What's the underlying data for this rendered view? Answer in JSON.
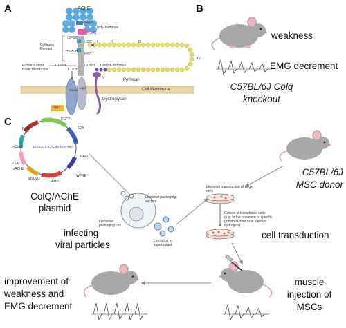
{
  "panels": {
    "a": "A",
    "b": "B",
    "c": "C"
  },
  "panel_a": {
    "ache": "AChE",
    "prad": "PRAD",
    "nh2_terminus": "NH₂-Terminus",
    "colq": "ColQ",
    "collagen_domain": "Collagen\nDomain",
    "hspgb_1": "HSPGB",
    "hspgb_2": "HSPGB",
    "hsc_1": "HSC",
    "hsc_2": "HSC",
    "roman_i": "I",
    "roman_ii": "II",
    "roman_iii": "III",
    "roman_iv": "IV",
    "roman_v": "V",
    "proteins_bm": "Proteins of the\nBasal Membrane",
    "cooh_1": "COOH",
    "cooh_2": "COOH",
    "cooh_3": "COOH",
    "cooh_terminus": "COOH-Terminus",
    "perlecan": "Perlecan",
    "musk": "MuSK",
    "lrp4": "Lrp4",
    "dystroglycan": "Dystroglycan",
    "cell_membrane": "Cell Membrane",
    "dok7": "Dok7"
  },
  "panel_b": {
    "weakness": "weakness",
    "emg": "EMG decrement",
    "model_line1": "C57BL/6J Colq",
    "model_line2": "knockout"
  },
  "panel_c": {
    "plasmid_name": "pCCLs-hCtC-ColQ-GFP-Neo",
    "egfp": "EGFP",
    "e2a_top": "E2A",
    "pgk": "PGK",
    "neo": "NEO",
    "mcolq": "mColQ",
    "e2a_left": "E2A",
    "mache": "mAChE",
    "wpre": "WPRE",
    "mndu3": "MNDU3",
    "amp": "AMP",
    "plasmid_line1": "ColQ/AChE",
    "plasmid_line2": "plasmid",
    "lentiviral_vectors": "Lentiviral packaging\nvectors",
    "lentivirus_cell": "Lentivirus\npackaging cell",
    "lentivirus_supernatant": "Lentivirus in\nsupernatant",
    "infecting_line1": "infecting",
    "infecting_line2": "viral particles",
    "donor_line1": "C57BL/6J",
    "donor_line2": "MSC donor",
    "transduction_note": "Lentiviral transduction of target\ncells",
    "culture_note": "Culture of transduced cells\n(e.g. in the presence of specific\ngrowth factors or in various\nhydrogels)",
    "cell_transduction": "cell transduction",
    "muscle_line1": "muscle",
    "muscle_line2": "injection of",
    "muscle_line3": "MSCs",
    "improve_line1": "improvement of",
    "improve_line2": "weakness and",
    "improve_line3": "EMG decrement"
  },
  "colors": {
    "ache_blue": "#5ea9dd",
    "colq_pink": "#e8559a",
    "perlecan_yellow": "#e6dc6a",
    "musk_blue": "#8fa6cf",
    "lrp4_gray": "#b7b9c6",
    "dok7_orange": "#f2b13c",
    "membrane_tan": "#e9d6a8",
    "mouse_gray": "#a8a8a8",
    "mouse_ear": "#f3b5bd",
    "arrow_gray": "#8a8a8a"
  }
}
